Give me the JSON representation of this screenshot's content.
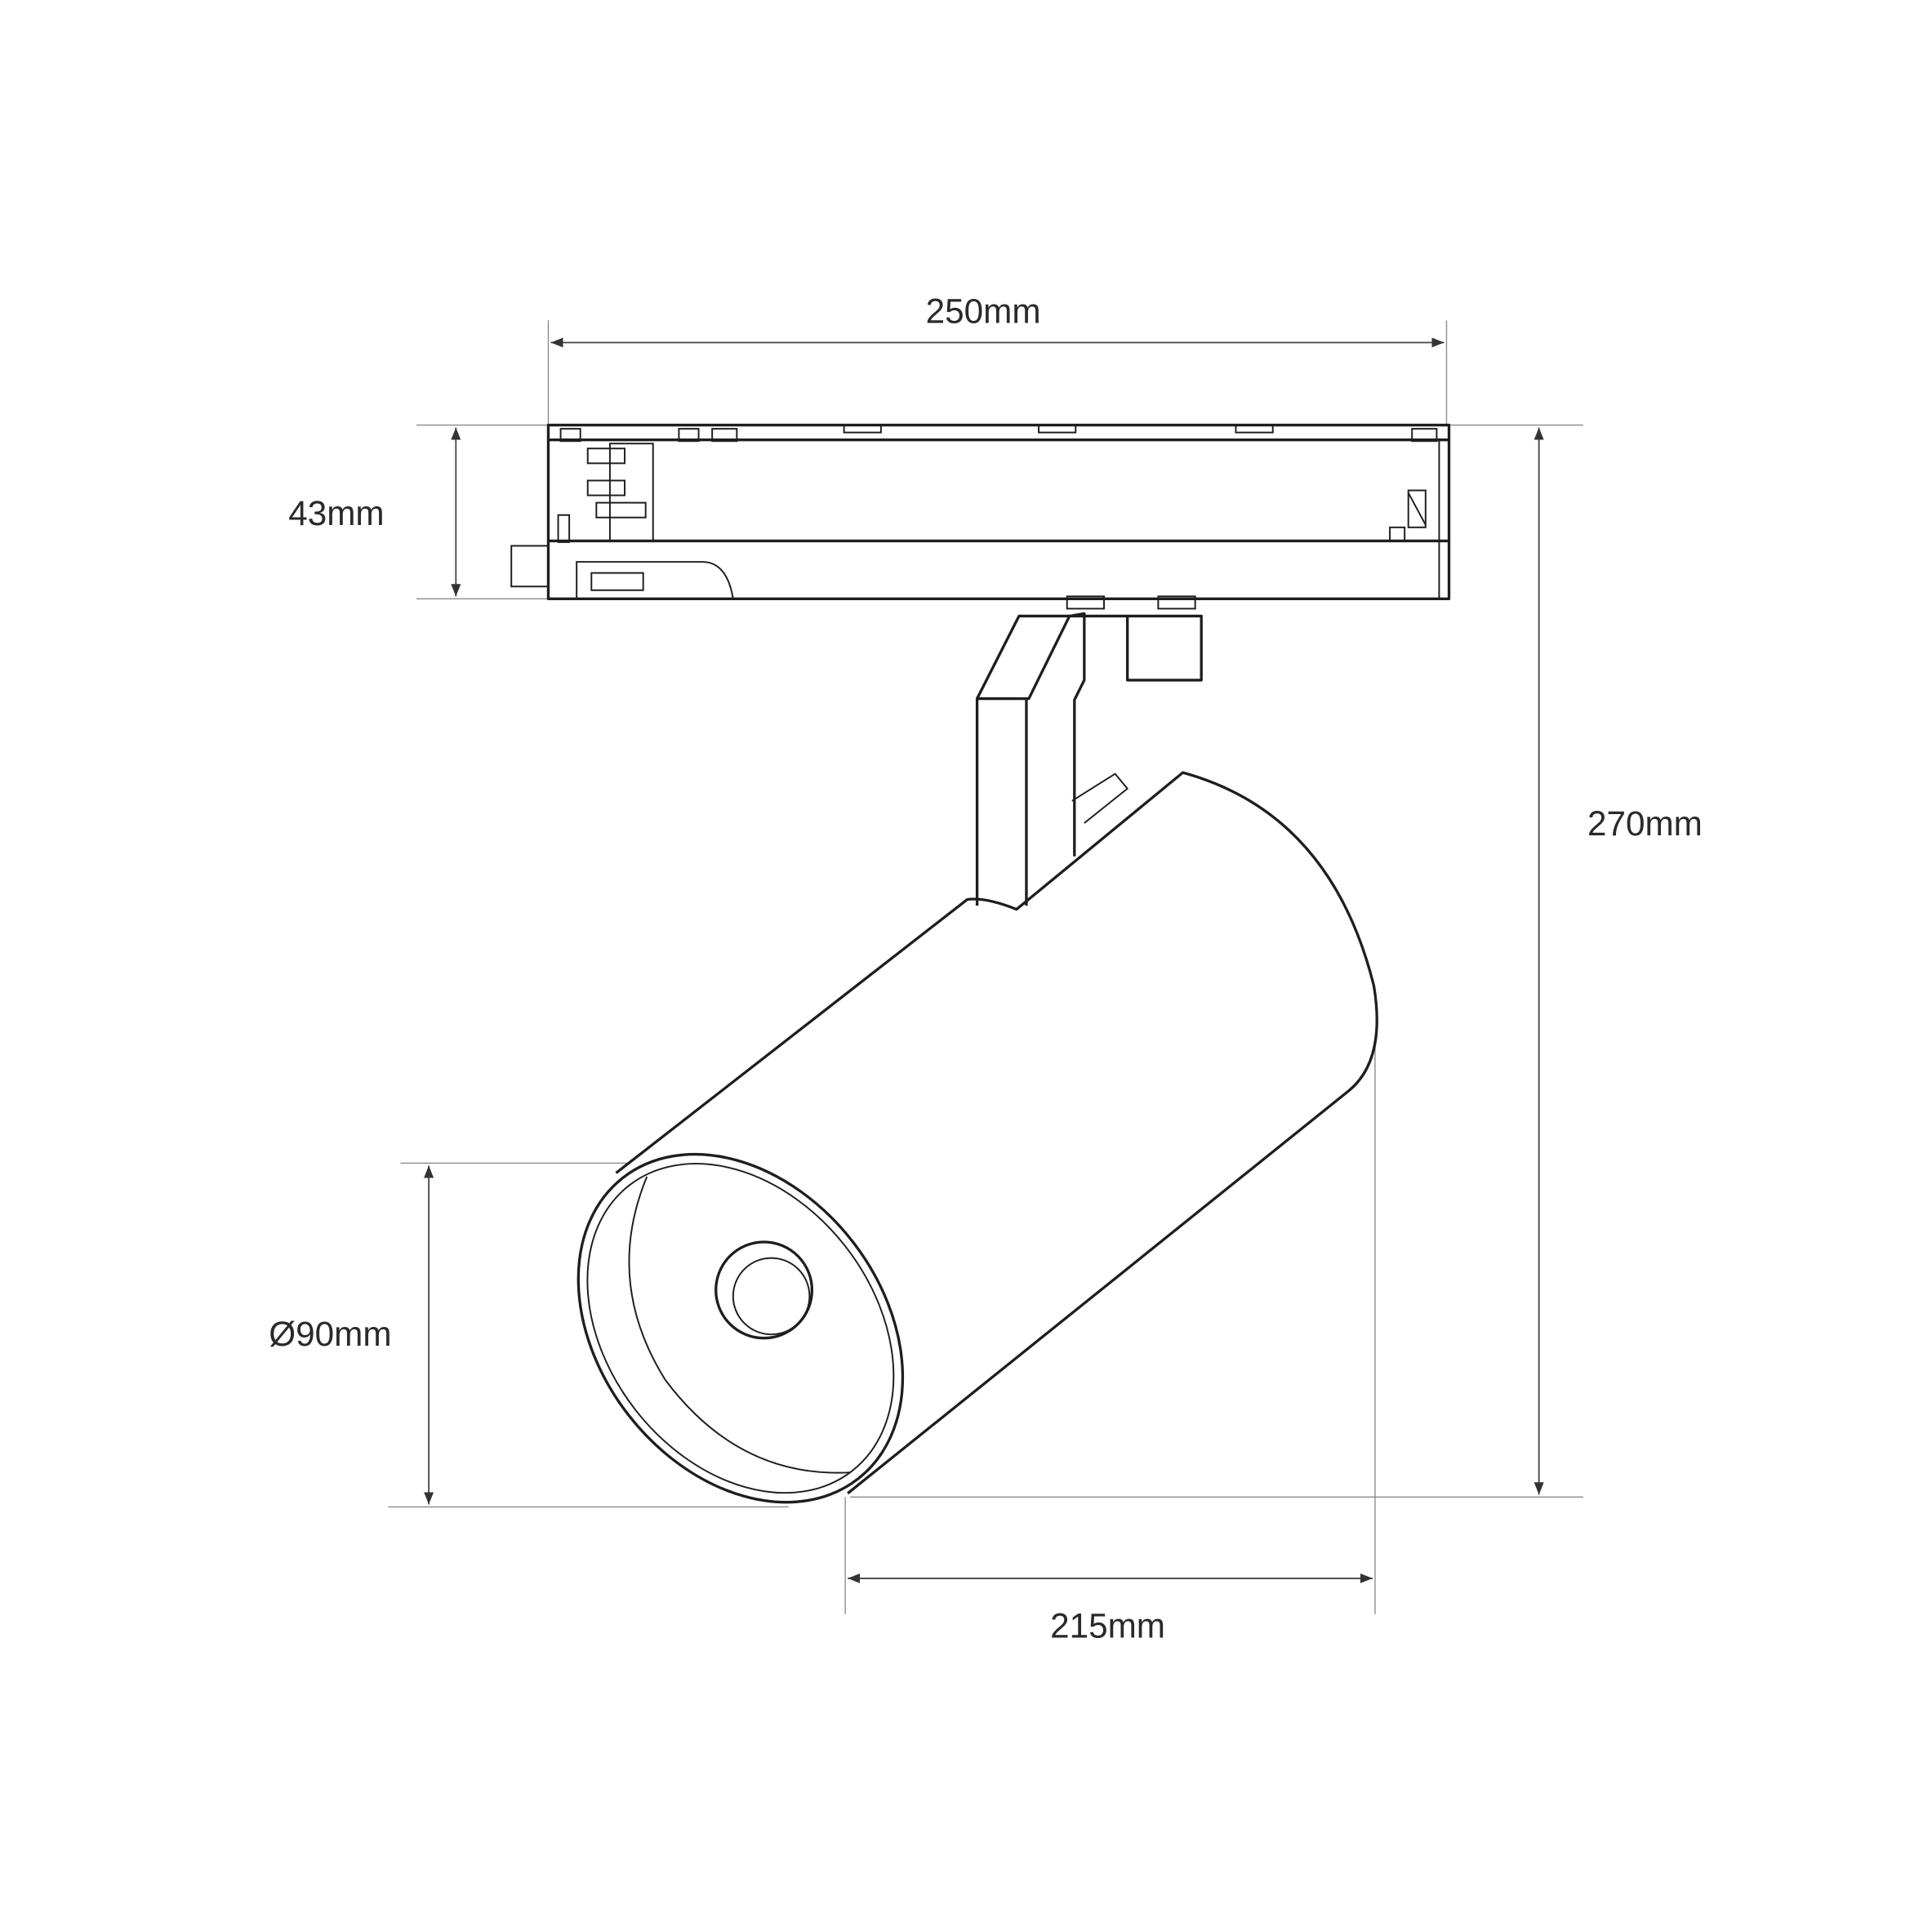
{
  "dimensions": {
    "width": "250mm",
    "track_height": "43mm",
    "total_height": "270mm",
    "diameter": "Ø90mm",
    "depth": "215mm"
  },
  "colors": {
    "line": "#1e1e1e",
    "background": "#ffffff"
  }
}
